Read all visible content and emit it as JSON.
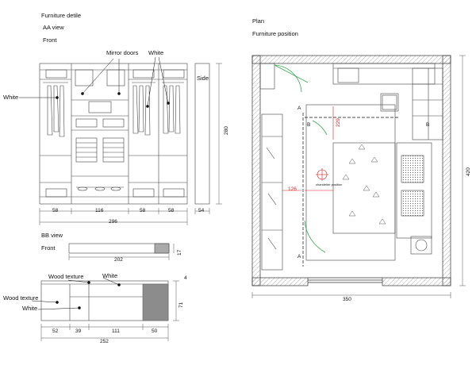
{
  "left": {
    "title": "Furniture detile",
    "view_aa": "AA view",
    "front_label": "Front",
    "side_label": "Side",
    "callouts": {
      "mirror_doors": "Mirror doors",
      "white_top": "White",
      "white_left": "White"
    },
    "dims": {
      "height": "280",
      "d1": "58",
      "d2": "116",
      "d3": "58",
      "d4": "58",
      "total": "296",
      "side_depth": "54"
    }
  },
  "bb": {
    "title": "BB view",
    "front_label": "Front",
    "dim_width": "202",
    "dim_height": "17",
    "callouts": {
      "wood_texture_top": "Wood texture",
      "white_top": "White",
      "wood_texture_left": "Wood texture",
      "white_left": "White"
    },
    "dims": {
      "top_small": "4",
      "height": "71",
      "d1": "52",
      "d2": "39",
      "d3": "111",
      "d4": "50",
      "total": "252"
    }
  },
  "plan": {
    "title": "Plan",
    "subtitle": "Furniture position",
    "dim_right": "420",
    "dim_bottom": "350",
    "dim_red_h": "229",
    "dim_red_w": "126",
    "section_a": "A",
    "section_b": "B",
    "chandelier_note": "chandelier position"
  },
  "colors": {
    "line": "#333333",
    "accent_red": "#d62020",
    "door_green": "#2fa84f",
    "hatch": "#999999",
    "gray_fill": "#8c8c8c"
  }
}
